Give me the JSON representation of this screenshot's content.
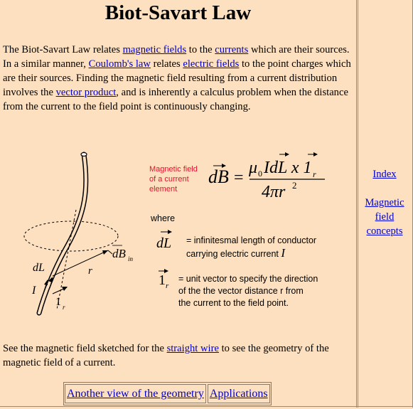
{
  "page": {
    "title": "Biot-Savart Law"
  },
  "intro": {
    "t1": "The Biot-Savart Law relates ",
    "l1": "magnetic fields",
    "t2": " to the ",
    "l2": "currents",
    "t3": " which are their sources. In a similar manner, ",
    "l3": "Coulomb's law",
    "t4": " relates ",
    "l4": "electric fields",
    "t5": " to the point charges which are their sources. Finding the magnetic field resulting from a current distribution involves the ",
    "l5": "vector product",
    "t6": ", and is inherently a calculus problem when the distance from the current to the field point is continuously changing."
  },
  "figure": {
    "label_magnetic_field": "Magnetic field of a current element",
    "where": "where",
    "def_dL_1": "= infinitesmal length of conductor",
    "def_dL_2": "carrying electric current",
    "def_I": "I",
    "def_1r_1": "= unit vector to specify the direction",
    "def_1r_2": "of the the vector distance r from",
    "def_1r_3": "the current to the field point."
  },
  "footer_text": {
    "t1": "See the magnetic field sketched for the ",
    "l1": "straight wire",
    "t2": " to see the geometry of the magnetic field of a current."
  },
  "buttons": {
    "geometry": "Another view of the geometry",
    "applications": "Applications"
  },
  "sidebar": {
    "index": "Index",
    "concepts": "Magnetic field concepts"
  }
}
